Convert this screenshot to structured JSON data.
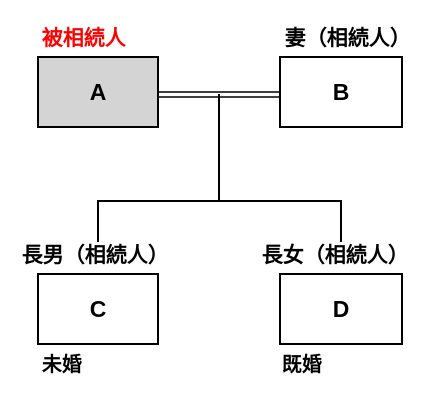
{
  "colors": {
    "decedent_label": "#ff0000",
    "decedent_fill": "#d4d4d4",
    "box_fill": "#ffffff",
    "line": "#000000"
  },
  "decedent": {
    "role": "被相続人",
    "name": "A"
  },
  "spouse": {
    "role": "妻（相続人）",
    "name": "B"
  },
  "son": {
    "role": "長男（相続人）",
    "name": "C",
    "status": "未婚"
  },
  "daughter": {
    "role": "長女（相続人）",
    "name": "D",
    "status": "既婚"
  }
}
